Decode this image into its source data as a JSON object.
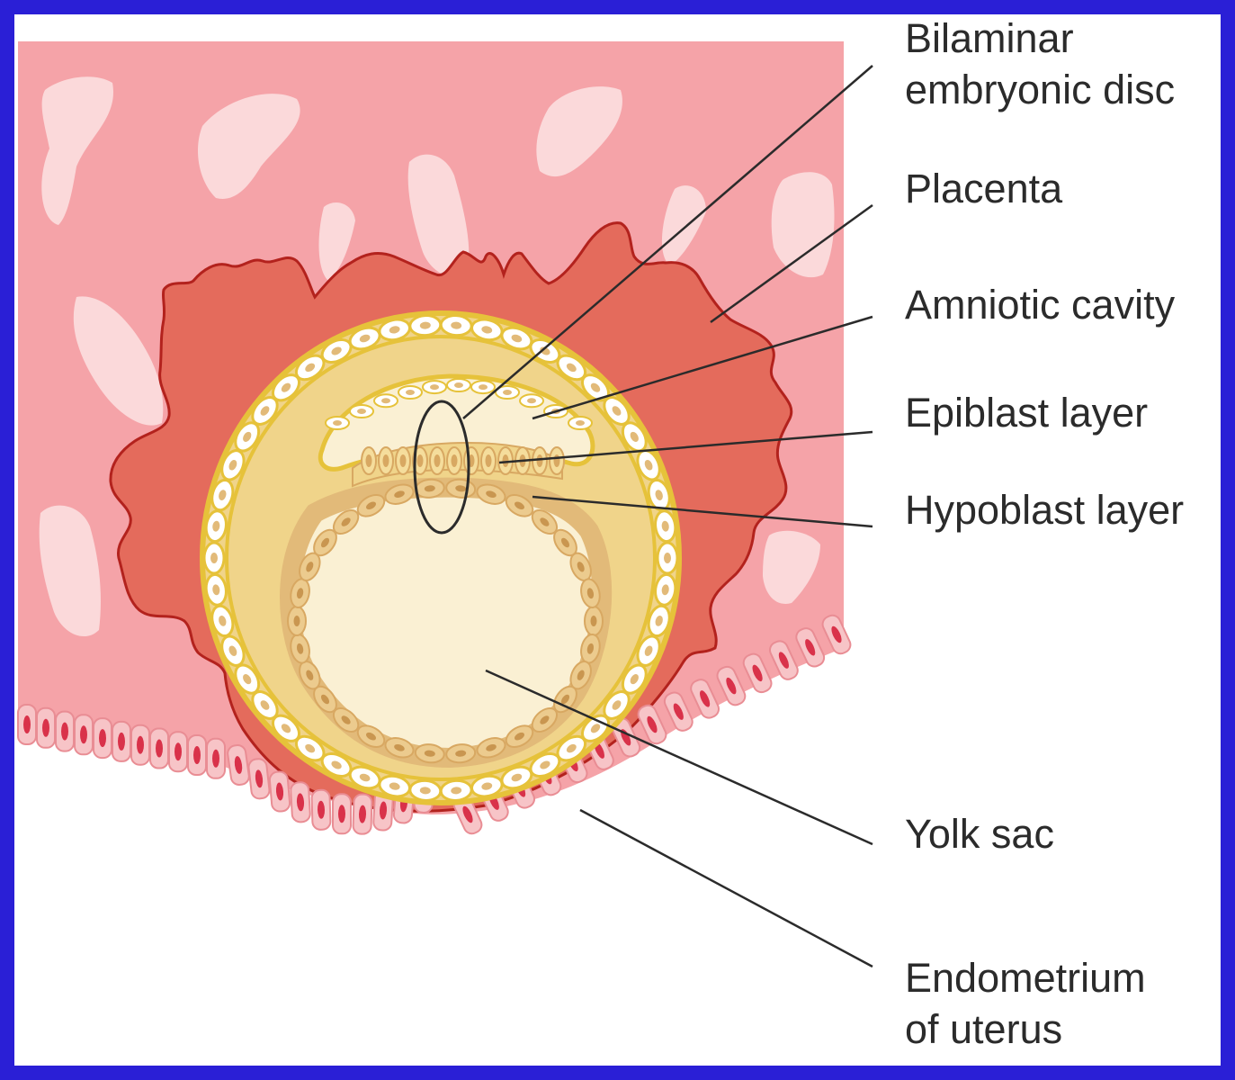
{
  "colors": {
    "frame": "#2a1fd6",
    "endometrium": "#f5a3a8",
    "gland": "#fbd9da",
    "placenta": "#e46b5c",
    "placenta_edge": "#b3221d",
    "cytotrophoblast": "#f0d48a",
    "ring_edge": "#e6c23a",
    "yolk_sac": "#faf0d3",
    "hypoblast": "#e2ba79",
    "epithelium": "#f7c4c7",
    "epithelium_nucleus": "#d9324a",
    "leader": "#2b2b2b"
  },
  "labels": {
    "bilaminar_disc": [
      "Bilaminar",
      "embryonic disc"
    ],
    "placenta": "Placenta",
    "amniotic_cavity": "Amniotic cavity",
    "epiblast": "Epiblast layer",
    "hypoblast": "Hypoblast layer",
    "yolk_sac": "Yolk sac",
    "endometrium": [
      "Endometrium",
      "of uterus"
    ]
  }
}
